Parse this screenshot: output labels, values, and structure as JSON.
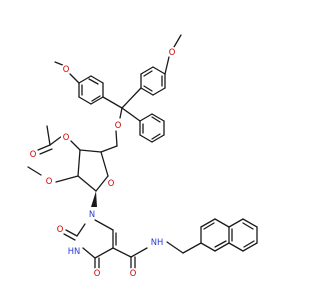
{
  "molecule": {
    "atoms": {
      "ome_left": "O",
      "ome_right": "O",
      "trityl_ether": "O",
      "acetyl_carbonyl": "O",
      "acetyl_ester": "O",
      "sugar_methoxy": "O",
      "ring_oxygen": "O",
      "uracil_n1": "N",
      "uracil_c2_oxygen": "O",
      "uracil_n3h": "HN",
      "uracil_c4_oxygen": "O",
      "amide_oxygen": "O",
      "amide_nh": "NH"
    },
    "colors": {
      "bond": "#1a1a1a",
      "oxygen": "#d00000",
      "nitrogen": "#2a3bd6",
      "background": "#ffffff"
    }
  }
}
